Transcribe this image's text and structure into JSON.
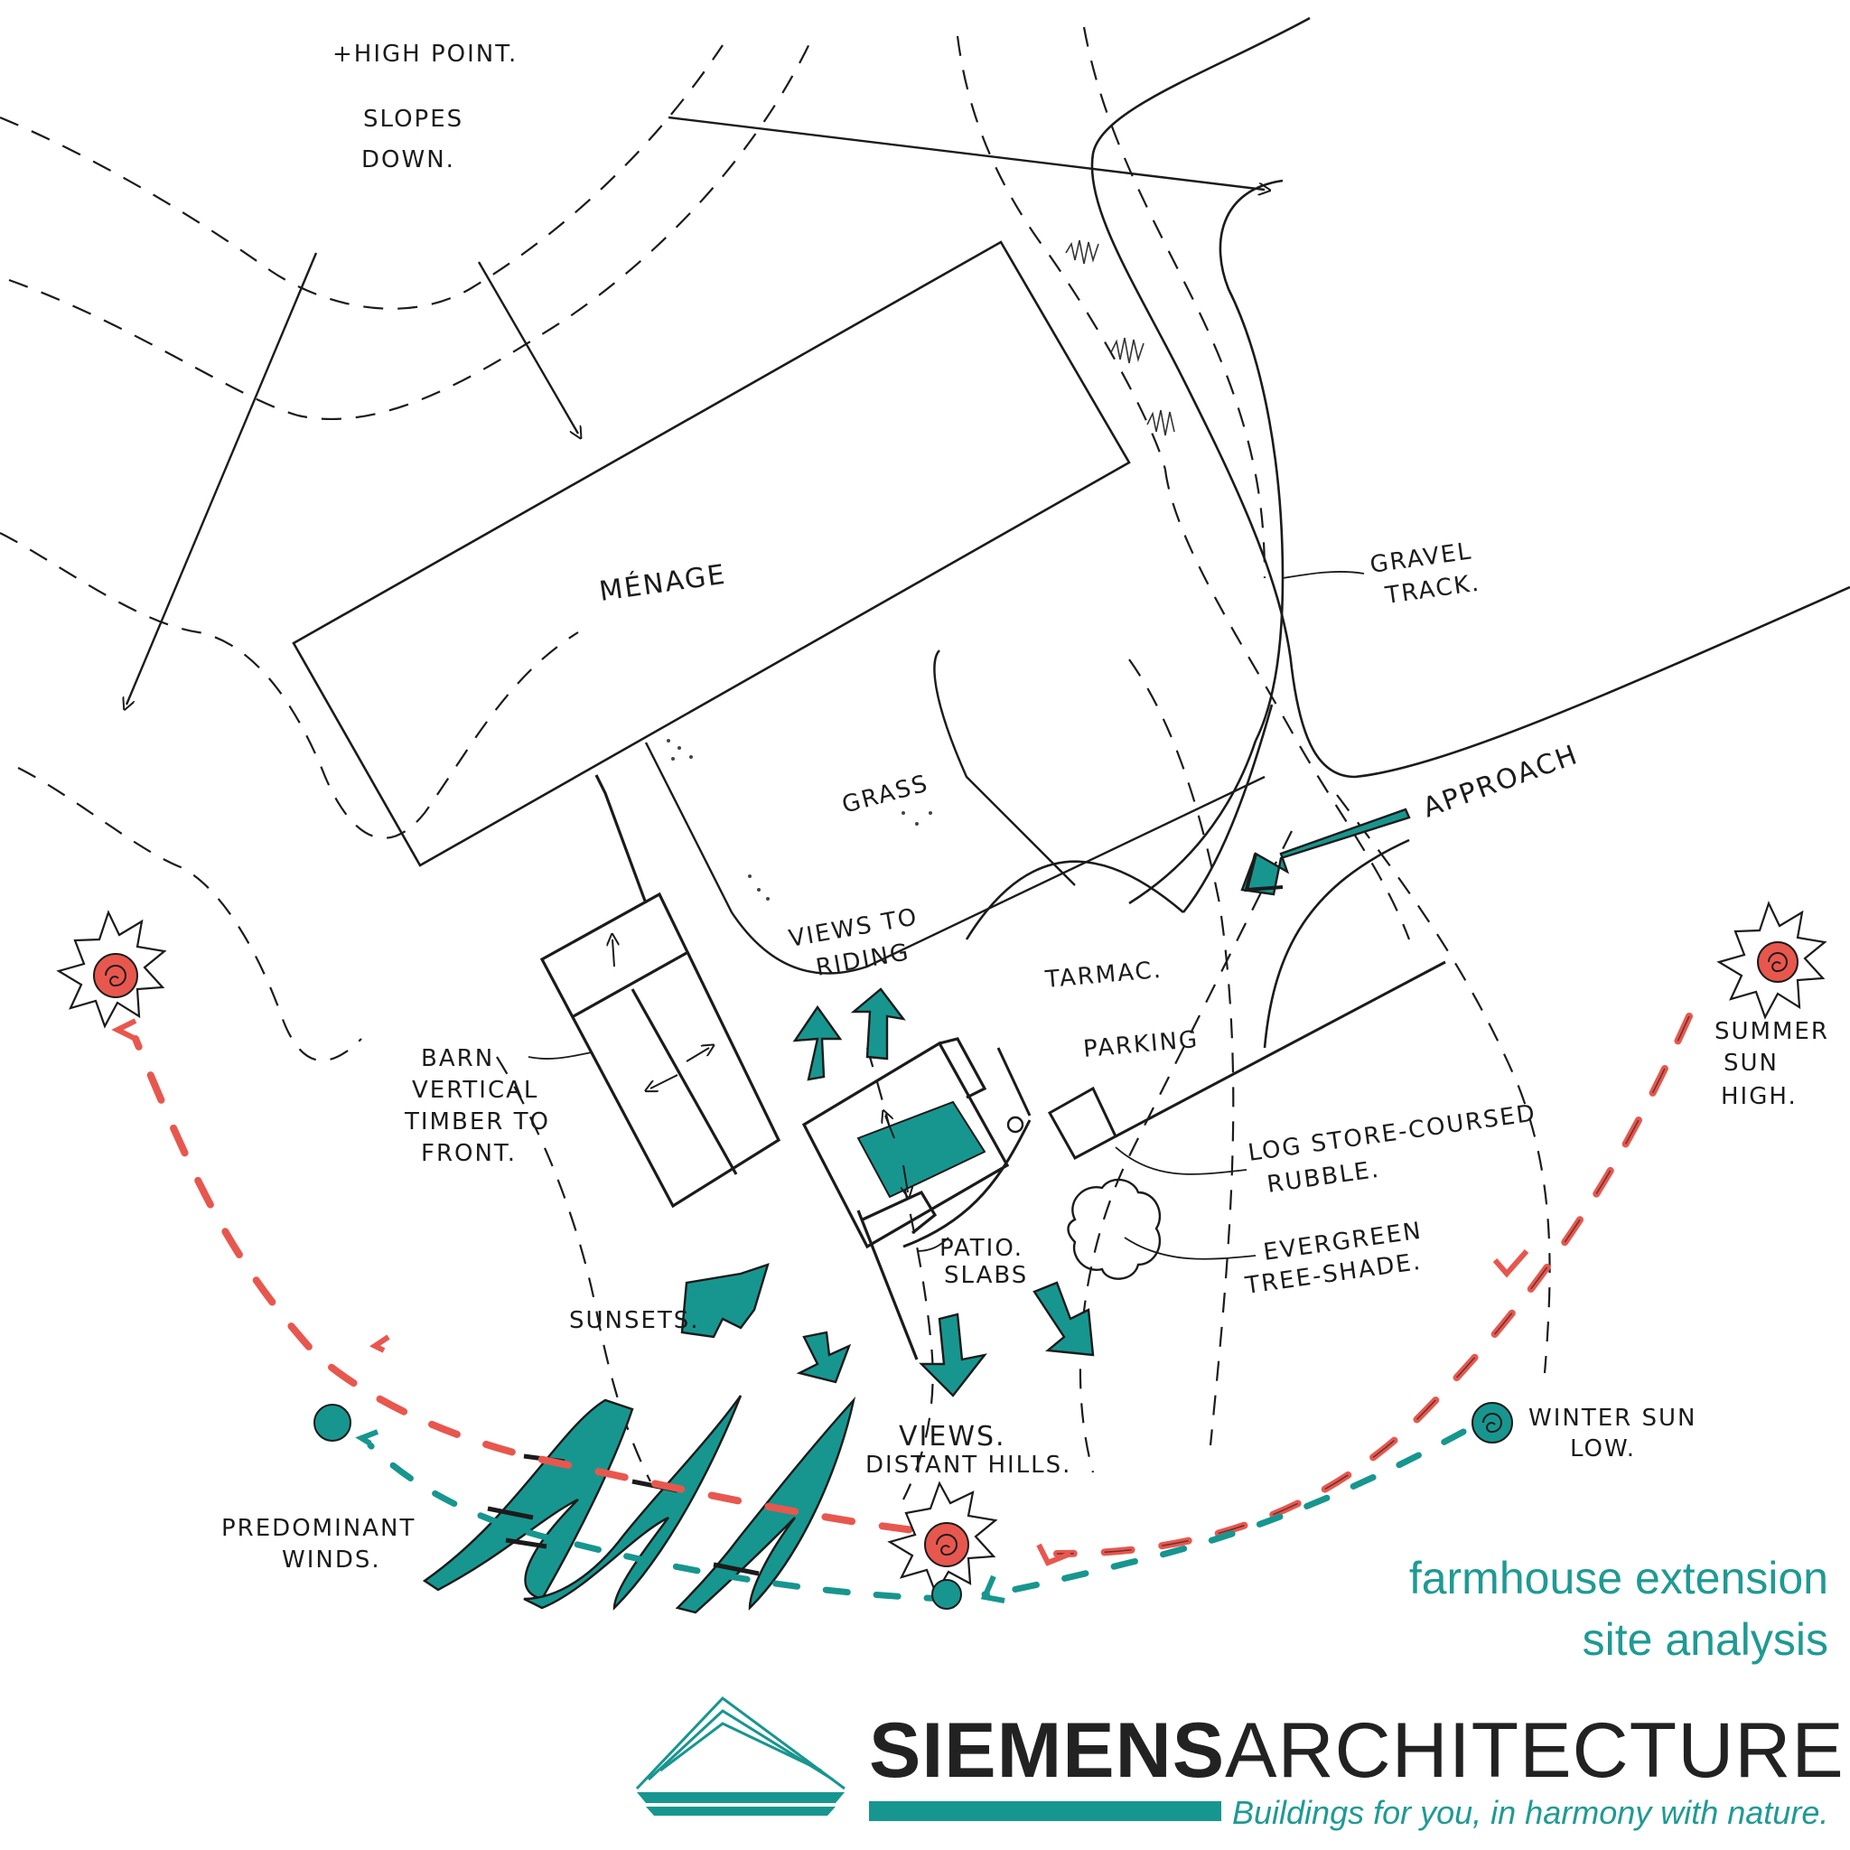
{
  "colors": {
    "ink": "#1b1b1b",
    "teal": "#17968f",
    "sun_red": "#e8574e",
    "title_teal": "#1f9a93"
  },
  "labels": {
    "high_point": "+HIGH POINT.",
    "slopes_1": "SLOPES",
    "slopes_2": "DOWN.",
    "menage": "MÉNAGE",
    "gravel_1": "GRAVEL",
    "gravel_2": "TRACK.",
    "grass": "GRASS",
    "approach": "APPROACH",
    "views_riding_1": "VIEWS TO",
    "views_riding_2": "RIDING",
    "tarmac": "TARMAC.",
    "parking": "PARKING",
    "barn_1": "BARN",
    "barn_2": "VERTICAL",
    "barn_3": "TIMBER TO",
    "barn_4": "FRONT.",
    "log_store_1": "LOG STORE-COURSED",
    "log_store_2": "RUBBLE.",
    "patio_1": "PATIO.",
    "patio_2": "SLABS",
    "evergreen_1": "EVERGREEN",
    "evergreen_2": "TREE-SHADE.",
    "summer_1": "SUMMER",
    "summer_2": "SUN",
    "summer_3": "HIGH.",
    "sunsets": "SUNSETS.",
    "views_1": "VIEWS.",
    "views_2": "DISTANT HILLS.",
    "winter_1": "WINTER SUN",
    "winter_2": "LOW.",
    "winds_1": "PREDOMINANT",
    "winds_2": "WINDS."
  },
  "title": {
    "line1": "farmhouse extension",
    "line2": "site analysis"
  },
  "brand": {
    "name_bold": "SIEMENS",
    "name_regular": "ARCHITECTURE",
    "tagline": "Buildings for you, in harmony with nature."
  },
  "icons": [
    "summer-sun-icon",
    "sunset-sun-icon",
    "winter-sun-icon",
    "setting-sun-icon",
    "rising-sun-icon",
    "evergreen-tree-icon",
    "company-logo-icon"
  ]
}
